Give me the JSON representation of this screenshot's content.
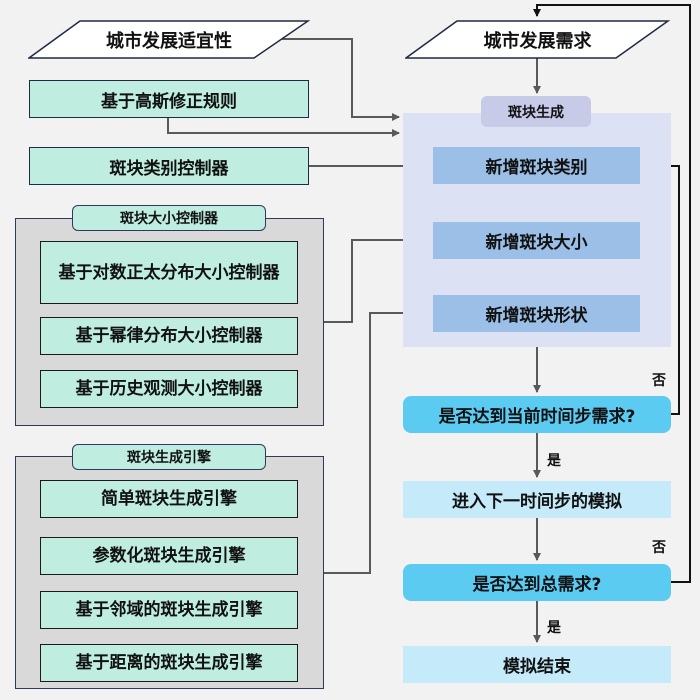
{
  "left": {
    "input_suitability": "城市发展适宜性",
    "gaussian_rule": "基于高斯修正规则",
    "category_controller": "斑块类别控制器",
    "size_group": {
      "title": "斑块大小控制器",
      "items": [
        "基于对数正太分布大小控制器",
        "基于幂律分布大小控制器",
        "基于历史观测大小控制器"
      ]
    },
    "engine_group": {
      "title": "斑块生成引擎",
      "items": [
        "简单斑块生成引擎",
        "参数化斑块生成引擎",
        "基于邻域的斑块生成引擎",
        "基于距离的斑块生成引擎"
      ]
    }
  },
  "right": {
    "input_demand": "城市发展需求",
    "panel_label": "斑块生成",
    "steps": [
      "新增斑块类别",
      "新增斑块大小",
      "新增斑块形状"
    ],
    "decision_step": "是否达到当前时间步需求?",
    "next_step": "进入下一时间步的模拟",
    "decision_total": "是否达到总需求?",
    "end": "模拟结束",
    "yes_label": "是",
    "no_label": "否"
  },
  "colors": {
    "background": "#f2f2f2",
    "mint": "#bfeee0",
    "group_gray": "#d9d9d9",
    "panel": "#dce1f4",
    "step_blue": "#9bbfe6",
    "decision": "#5ccbf2",
    "light_box": "#c5eaf9",
    "connector": "#595959",
    "flow_arrow": "#1f7fd0"
  }
}
